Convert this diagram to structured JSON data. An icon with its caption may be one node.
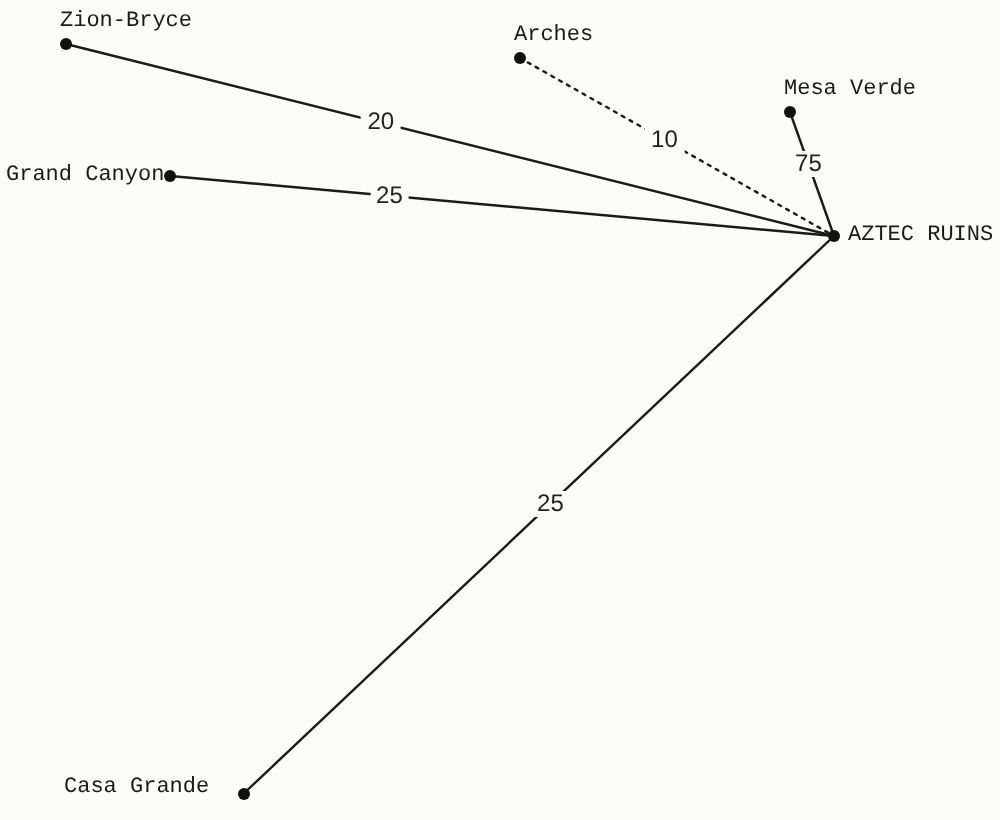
{
  "diagram": {
    "nodes": [
      {
        "text": [
          "Zion-Bryce"
        ]
      },
      {
        "text": [
          "Arches"
        ]
      },
      {
        "text": [
          "Mesa Verde"
        ]
      },
      {
        "text": [
          "Grand Canyon"
        ]
      },
      {
        "text": [
          "AZTEC RUINS"
        ]
      },
      {
        "text": [
          "Casa Grande"
        ]
      }
    ],
    "edges": [
      {
        "from": 0,
        "to": 4,
        "arrow": "none",
        "label": "20"
      },
      {
        "from": 1,
        "to": 4,
        "arrow": "none",
        "label": "10",
        "style": "dashed"
      },
      {
        "from": 2,
        "to": 4,
        "arrow": "none",
        "label": "75"
      },
      {
        "from": 3,
        "to": 4,
        "arrow": "none",
        "label": "25"
      },
      {
        "from": 5,
        "to": 4,
        "arrow": "none",
        "label": "25"
      }
    ]
  }
}
